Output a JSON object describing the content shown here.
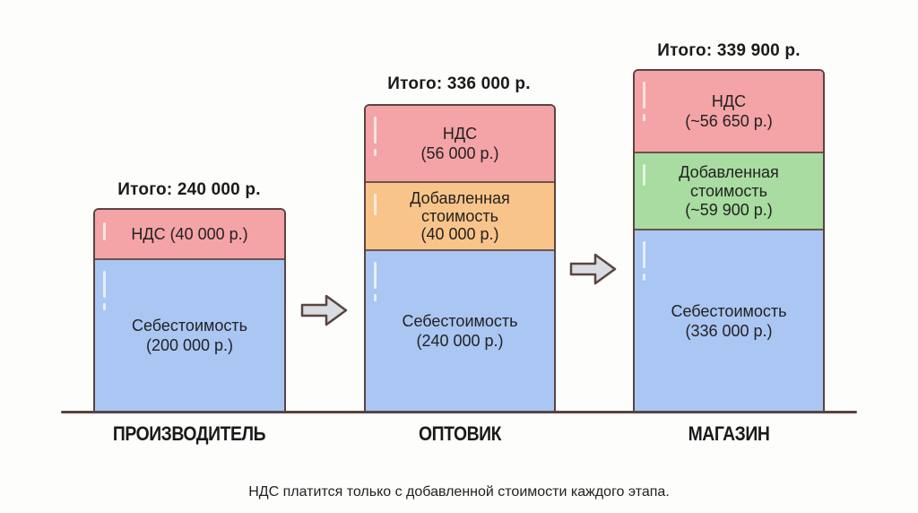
{
  "diagram": {
    "caption": "НДС платится только с добавленной стоимости каждого этапа.",
    "colors": {
      "vat": "#f4a3a6",
      "added_value_wholesaler": "#f9c48a",
      "added_value_store": "#a8dca0",
      "cost": "#aac6f2",
      "outline": "#5a4440",
      "arrow_fill": "#d9dde3"
    },
    "stages": [
      {
        "name": "ПРОИЗВОДИТЕЛЬ",
        "total": "Итого: 240 000 р.",
        "vat": "НДС (40 000 р.)",
        "cost_label": "Себестоимость",
        "cost_value": "(200 000 р.)"
      },
      {
        "name": "ОПТОВИК",
        "total": "Итого: 336 000 р.",
        "vat_label": "НДС",
        "vat_value": "(56 000 р.)",
        "added_label_1": "Добавленная",
        "added_label_2": "стоимость",
        "added_value": "(40 000 р.)",
        "cost_label": "Себестоимость",
        "cost_value": "(240 000 р.)"
      },
      {
        "name": "МАГАЗИН",
        "total": "Итого: 339 900 р.",
        "vat_label": "НДС",
        "vat_value": "(~56 650 р.)",
        "added_label_1": "Добавленная",
        "added_label_2": "стоимость",
        "added_value": "(~59 900 р.)",
        "cost_label": "Себестоимость",
        "cost_value": "(336 000 р.)"
      }
    ],
    "arrows": [
      "arrow-right-icon",
      "arrow-right-icon"
    ]
  }
}
